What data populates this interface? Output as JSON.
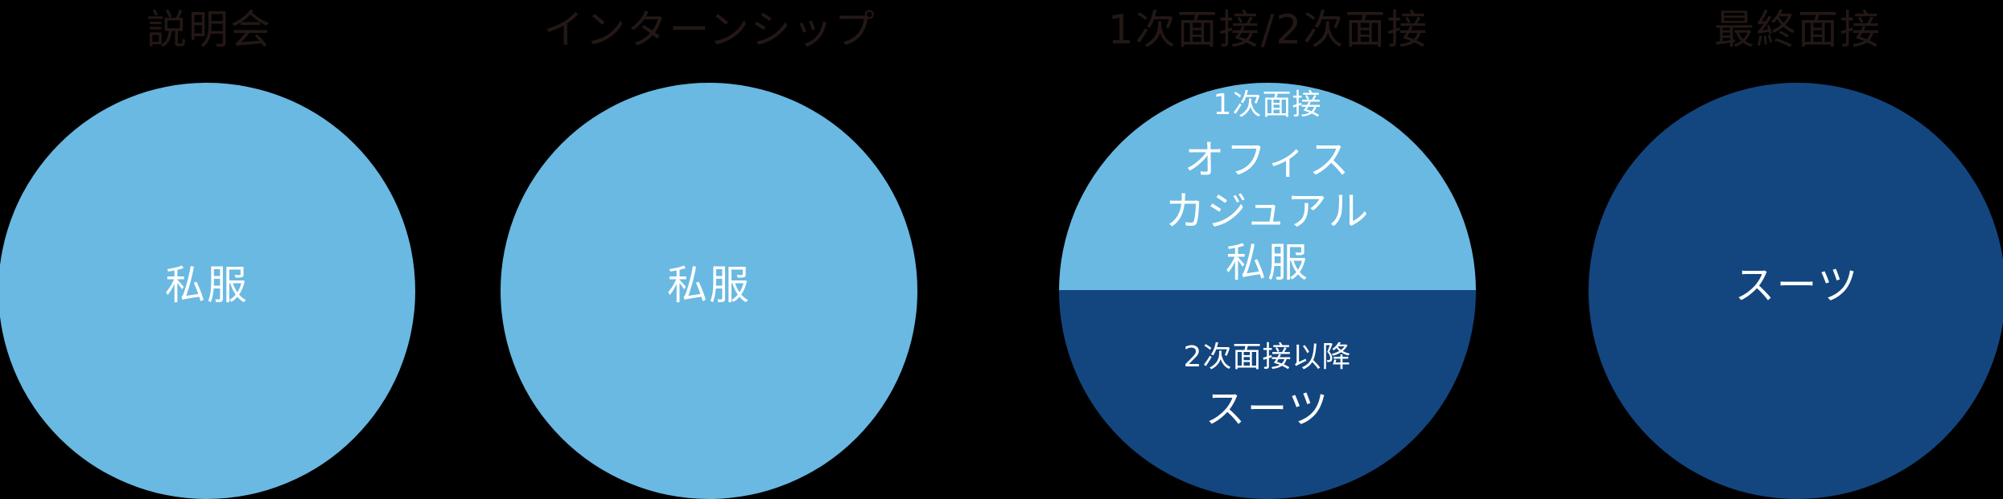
{
  "colors": {
    "background": "#000000",
    "title_text": "#231815",
    "light_blue": "#69b9e2",
    "navy": "#13467f",
    "label_text": "#ffffff"
  },
  "stages": [
    {
      "title": "説明会",
      "circle_color": "light_blue",
      "label": "私服"
    },
    {
      "title": "インターンシップ",
      "circle_color": "light_blue",
      "label": "私服"
    },
    {
      "title": "1次面接/2次面接",
      "split": true,
      "top": {
        "heading": "1次面接",
        "lines": [
          "オフィス",
          "カジュアル",
          "私服"
        ],
        "circle_color": "light_blue"
      },
      "bottom": {
        "heading": "2次面接以降",
        "lines": [
          "スーツ"
        ],
        "circle_color": "navy"
      }
    },
    {
      "title": "最終面接",
      "circle_color": "navy",
      "label": "スーツ"
    }
  ]
}
